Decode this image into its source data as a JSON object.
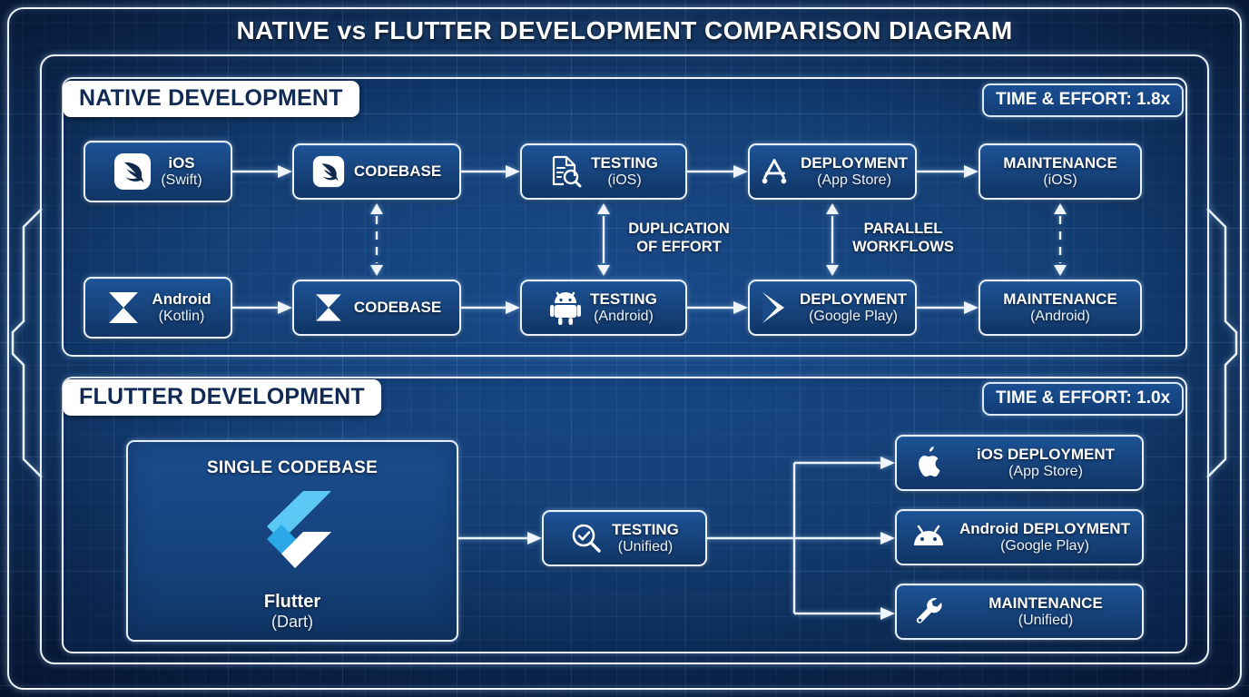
{
  "title": "NATIVE vs FLUTTER DEVELOPMENT COMPARISON DIAGRAM",
  "colors": {
    "background": "#14427c",
    "frame": "#eef4fb",
    "node_fill": "#16427a",
    "tab_bg": "#ffffff",
    "tab_text": "#102a54",
    "flutter_blue": "#54c5f8",
    "flutter_navy": "#01579b"
  },
  "sections": [
    {
      "id": "native",
      "tab_label": "NATIVE DEVELOPMENT",
      "effort_badge": "TIME & EFFORT: 1.8x",
      "rows": [
        {
          "id": "ios",
          "nodes": [
            {
              "icon": "swift-icon",
              "line1": "iOS",
              "line2": "(Swift)"
            },
            {
              "icon": "swift-icon",
              "line1": "CODEBASE",
              "line2": ""
            },
            {
              "icon": "document-search-icon",
              "line1": "TESTING",
              "line2": "(iOS)"
            },
            {
              "icon": "app-store-icon",
              "line1": "DEPLOYMENT",
              "line2": "(App Store)"
            },
            {
              "icon": "none",
              "line1": "MAINTENANCE",
              "line2": "(iOS)"
            }
          ]
        },
        {
          "id": "android",
          "nodes": [
            {
              "icon": "kotlin-icon",
              "line1": "Android",
              "line2": "(Kotlin)"
            },
            {
              "icon": "kotlin-icon",
              "line1": "CODEBASE",
              "line2": ""
            },
            {
              "icon": "android-robot-icon",
              "line1": "TESTING",
              "line2": "(Android)"
            },
            {
              "icon": "google-play-icon",
              "line1": "DEPLOYMENT",
              "line2": "(Google Play)"
            },
            {
              "icon": "none",
              "line1": "MAINTENANCE",
              "line2": "(Android)"
            }
          ]
        }
      ],
      "mid_labels": [
        {
          "text": "DUPLICATION\nOF EFFORT"
        },
        {
          "text": "PARALLEL\nWORKFLOWS"
        }
      ]
    },
    {
      "id": "flutter",
      "tab_label": "FLUTTER DEVELOPMENT",
      "effort_badge": "TIME & EFFORT: 1.0x",
      "single_codebase": {
        "header": "SINGLE CODEBASE",
        "icon": "flutter-icon",
        "name": "Flutter",
        "language": "(Dart)"
      },
      "testing": {
        "icon": "magnifier-check-icon",
        "line1": "TESTING",
        "line2": "(Unified)"
      },
      "outputs": [
        {
          "icon": "apple-icon",
          "line1": "iOS DEPLOYMENT",
          "line2": "(App Store)"
        },
        {
          "icon": "android-head-icon",
          "line1": "Android DEPLOYMENT",
          "line2": "(Google Play)"
        },
        {
          "icon": "wrench-icon",
          "line1": "MAINTENANCE",
          "line2": "(Unified)"
        }
      ]
    }
  ]
}
